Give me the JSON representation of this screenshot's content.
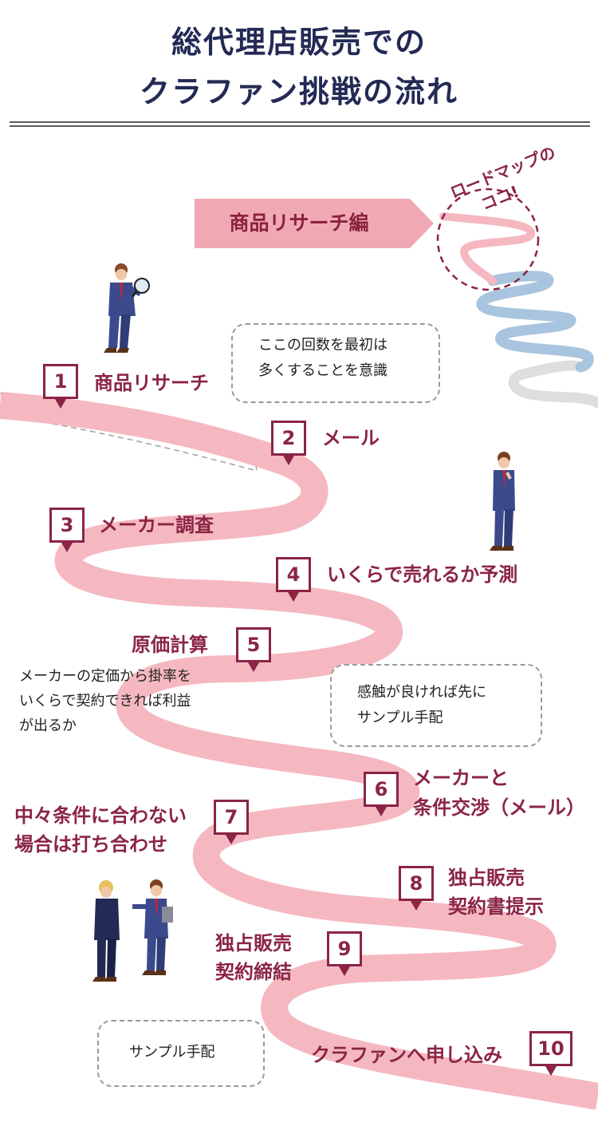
{
  "title": {
    "line1": "総代理店販売での",
    "line2": "クラファン挑戦の流れ"
  },
  "banner": {
    "label": "商品リサーチ編"
  },
  "roadmap_callout": {
    "line1": "ロードマップの",
    "line2": "ココ!"
  },
  "steps": [
    {
      "number": "1",
      "label": "商品リサーチ"
    },
    {
      "number": "2",
      "label": "メール"
    },
    {
      "number": "3",
      "label": "メーカー調査"
    },
    {
      "number": "4",
      "label": "いくらで売れるか予測"
    },
    {
      "number": "5",
      "label": "原価計算"
    },
    {
      "number": "6",
      "label_lines": [
        "メーカーと",
        "条件交渉（メール）"
      ]
    },
    {
      "number": "7",
      "label_lines": [
        "中々条件に合わない",
        "場合は打ち合わせ"
      ]
    },
    {
      "number": "8",
      "label_lines": [
        "独占販売",
        "契約書提示"
      ]
    },
    {
      "number": "9",
      "label_lines": [
        "独占販売",
        "契約締結"
      ]
    },
    {
      "number": "10",
      "label": "クラファンへ申し込み"
    }
  ],
  "bubbles": [
    {
      "lines": [
        "ここの回数を最初は",
        "多くすることを意識"
      ]
    },
    {
      "lines": [
        "感触が良ければ先に",
        "サンプル手配"
      ]
    },
    {
      "lines": [
        "サンプル手配"
      ]
    }
  ],
  "note_step5": {
    "lines": [
      "メーカーの定価から掛率を",
      "いくらで契約できれば利益",
      "が出るか"
    ]
  },
  "colors": {
    "title": "#232a55",
    "accent": "#8b2445",
    "road_pink": "#f5b8c1",
    "banner_pink": "#f0a9b2",
    "road_blue": "#a9c4de",
    "road_gray": "#dedede",
    "suit": "#3b4a8c"
  },
  "icons": [
    "magnifier-businessman-icon",
    "thinking-businessman-icon",
    "two-businessmen-talking-icon"
  ]
}
